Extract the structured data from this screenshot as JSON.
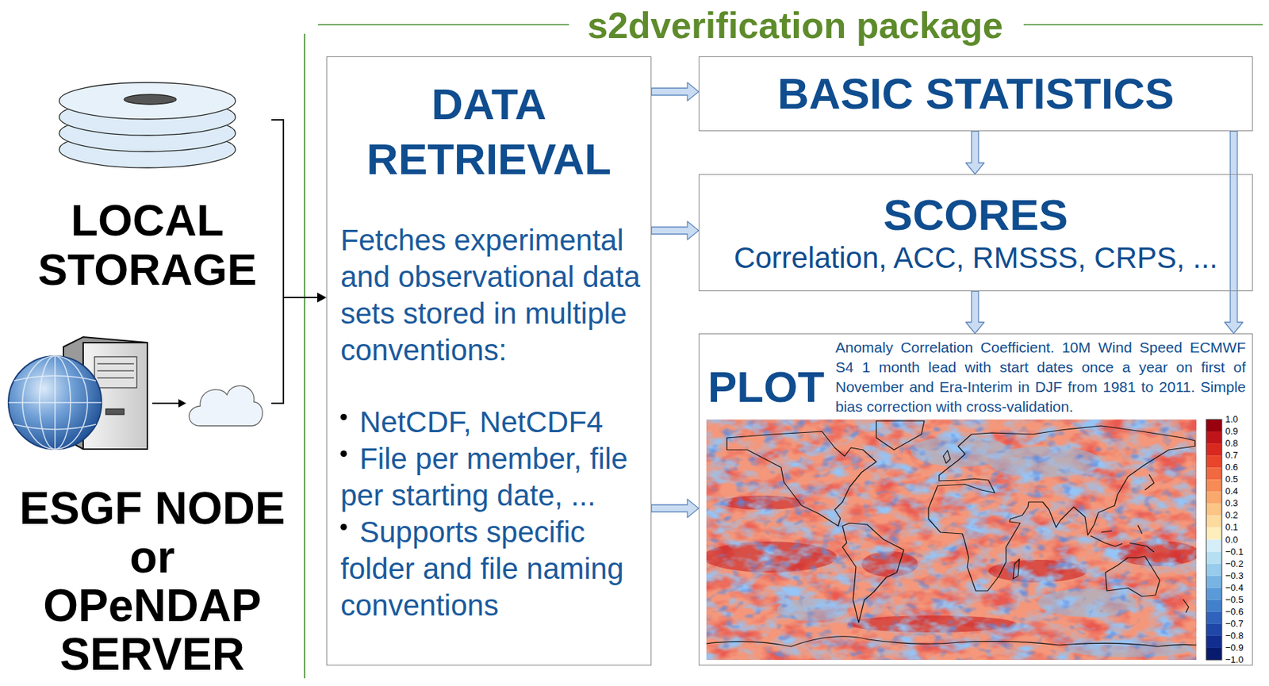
{
  "diagram": {
    "title": "s2dverification package",
    "nodes": [
      {
        "text": [
          "DATA RETRIEVAL",
          "Fetches experimental and observational data sets stored in multiple conventions:",
          "NetCDF, NetCDF4",
          "File per member, file per starting date, ...",
          "Supports specific folder and file naming conventions"
        ]
      },
      {
        "text": [
          "BASIC STATISTICS"
        ]
      },
      {
        "text": [
          "SCORES",
          "Correlation, ACC, RMSSS, CRPS, ..."
        ]
      },
      {
        "text": [
          "PLOT",
          "Anomaly Correlation Coefficient. 10M Wind Speed ECMWF S4 1 month lead with start dates once a year on first of November and Era-Interim in DJF from 1981 to 2011. Simple bias correction with cross-validation."
        ]
      }
    ],
    "edges": [
      {
        "from": 0,
        "to": 1,
        "arrow": "to"
      },
      {
        "from": 0,
        "to": 2,
        "arrow": "to"
      },
      {
        "from": 0,
        "to": 3,
        "arrow": "to"
      },
      {
        "from": 1,
        "to": 2,
        "arrow": "to"
      },
      {
        "from": 2,
        "to": 3,
        "arrow": "to"
      },
      {
        "from": 1,
        "to": 3,
        "arrow": "to"
      }
    ],
    "labels": [
      "LOCAL STORAGE",
      "ESGF NODE or OPeNDAP SERVER",
      "1.0",
      "0.9",
      "0.8",
      "0.7",
      "0.6",
      "0.5",
      "0.4",
      "0.3",
      "0.2",
      "0.1",
      "0.0",
      "−0.1",
      "−0.2",
      "−0.3",
      "−0.4",
      "−0.5",
      "−0.6",
      "−0.7",
      "−0.8",
      "−0.9",
      "−1.0"
    ]
  }
}
